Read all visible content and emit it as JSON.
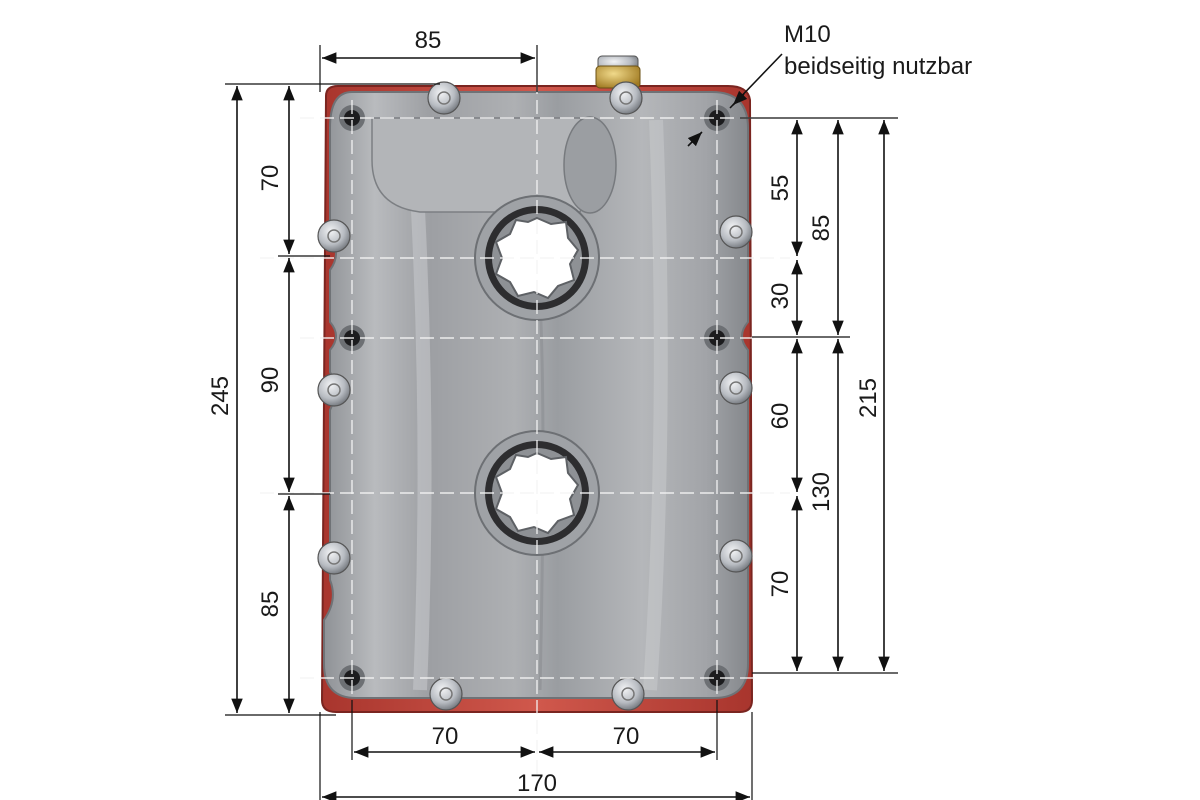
{
  "callout": {
    "thread": "M10",
    "note": "beidseitig nutzbar"
  },
  "dimensions": {
    "top_width": "85",
    "left_top_segment": "70",
    "left_overall": "245",
    "left_middle_segment": "90",
    "left_bottom_segment": "85",
    "right_segment_a": "55",
    "right_segment_b": "30",
    "right_segment_c": "60",
    "right_segment_d": "70",
    "right_group_top": "85",
    "right_group_bottom": "130",
    "right_overall": "215",
    "bottom_left_half": "70",
    "bottom_right_half": "70",
    "bottom_overall": "170"
  },
  "colors": {
    "housing_paint": "#c8473d",
    "cover_aluminium": "#a9abae",
    "dimension_ink": "#111111"
  }
}
